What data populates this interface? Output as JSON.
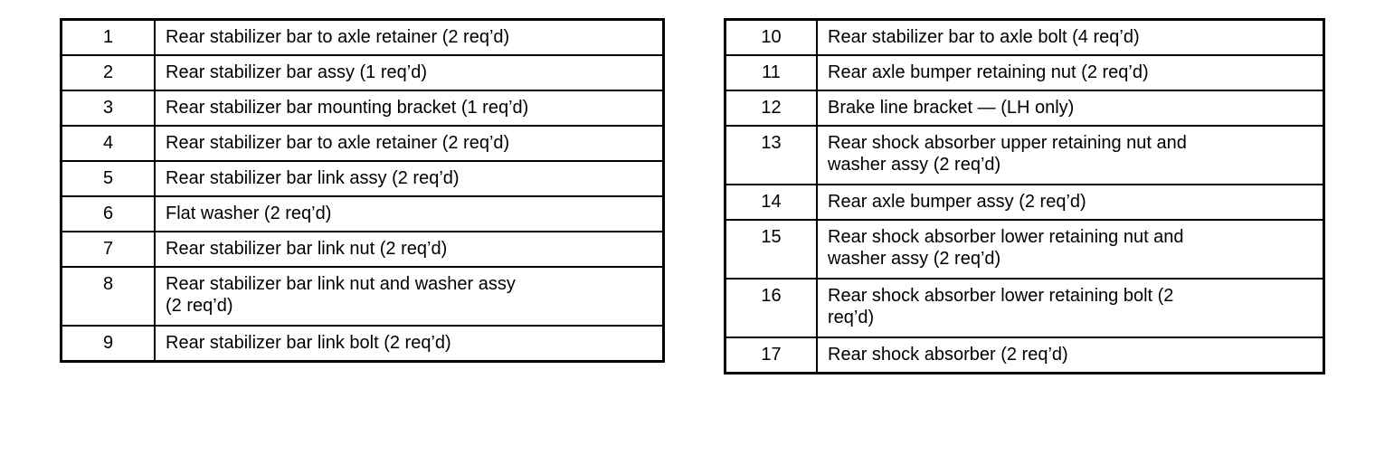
{
  "document": {
    "type": "parts-legend-table",
    "title_visible": false,
    "background_color": "#ffffff",
    "text_color": "#000000",
    "columns": [
      "item-number",
      "description"
    ]
  },
  "tables": [
    {
      "id": "left",
      "rows": [
        {
          "num": "1",
          "desc": "Rear stabilizer bar to axle retainer (2 req’d)",
          "lines": 1
        },
        {
          "num": "2",
          "desc": "Rear stabilizer bar assy (1 req’d)",
          "lines": 1
        },
        {
          "num": "3",
          "desc": "Rear stabilizer bar mounting bracket (1 req’d)",
          "lines": 1
        },
        {
          "num": "4",
          "desc": "Rear stabilizer bar to axle retainer (2 req’d)",
          "lines": 1
        },
        {
          "num": "5",
          "desc": "Rear stabilizer bar link assy (2 req’d)",
          "lines": 1
        },
        {
          "num": "6",
          "desc": "Flat washer (2 req’d)",
          "lines": 1
        },
        {
          "num": "7",
          "desc": "Rear stabilizer bar link nut (2 req’d)",
          "lines": 1
        },
        {
          "num": "8",
          "desc": "Rear stabilizer bar link nut and washer assy\n(2 req’d)",
          "lines": 2
        },
        {
          "num": "9",
          "desc": "Rear stabilizer bar link bolt (2 req’d)",
          "lines": 1
        }
      ]
    },
    {
      "id": "right",
      "rows": [
        {
          "num": "10",
          "desc": "Rear stabilizer bar to axle bolt (4 req’d)",
          "lines": 1
        },
        {
          "num": "11",
          "desc": "Rear axle bumper retaining nut (2 req’d)",
          "lines": 1
        },
        {
          "num": "12",
          "desc": "Brake line bracket — (LH only)",
          "lines": 1
        },
        {
          "num": "13",
          "desc": "Rear shock absorber upper retaining nut and\nwasher assy (2 req’d)",
          "lines": 2
        },
        {
          "num": "14",
          "desc": "Rear axle bumper assy (2 req’d)",
          "lines": 1
        },
        {
          "num": "15",
          "desc": "Rear shock absorber lower retaining nut and\nwasher assy (2 req’d)",
          "lines": 2
        },
        {
          "num": "16",
          "desc": "Rear shock absorber lower retaining bolt (2\nreq’d)",
          "lines": 2
        },
        {
          "num": "17",
          "desc": "Rear shock absorber (2 req’d)",
          "lines": 1
        }
      ]
    }
  ]
}
